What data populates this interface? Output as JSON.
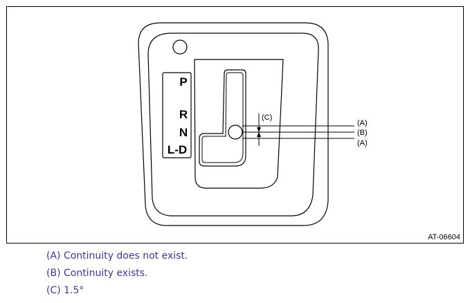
{
  "diagram": {
    "gear_positions": [
      "P",
      "R",
      "N",
      "L-D"
    ],
    "callouts": {
      "line_top": "(A)",
      "line_mid": "(B)",
      "line_bottom": "(A)",
      "angle": "(C)"
    },
    "figure_code": "AT-06604"
  },
  "legend": [
    "(A) Continuity does not exist.",
    "(B) Continuity exists.",
    "(C) 1.5°"
  ],
  "colors": {
    "legend_text": "#3a3a8c",
    "line": "#000000"
  }
}
